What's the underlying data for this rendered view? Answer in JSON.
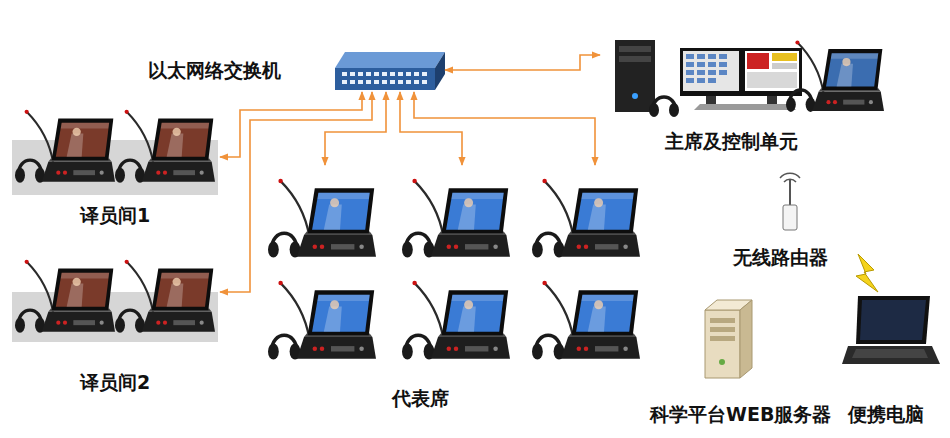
{
  "diagram": {
    "nodes": [
      {
        "text": [
          "以太网络交换机"
        ]
      },
      {
        "text": [
          "译员间1"
        ]
      },
      {
        "text": [
          "译员间2"
        ]
      },
      {
        "text": [
          "代表席"
        ]
      },
      {
        "text": [
          "主席及控制单元"
        ]
      },
      {
        "text": [
          "无线路由器"
        ]
      },
      {
        "text": [
          "科学平台WEB服务器"
        ]
      },
      {
        "text": [
          "便携电脑"
        ]
      }
    ],
    "edges": [
      {
        "from": 0,
        "to": 1,
        "arrow": "both"
      },
      {
        "from": 0,
        "to": 2,
        "arrow": "both"
      },
      {
        "from": 0,
        "to": 3,
        "arrow": "both"
      },
      {
        "from": 0,
        "to": 3,
        "arrow": "both"
      },
      {
        "from": 0,
        "to": 3,
        "arrow": "both"
      },
      {
        "from": 0,
        "to": 4,
        "arrow": "both"
      }
    ]
  }
}
